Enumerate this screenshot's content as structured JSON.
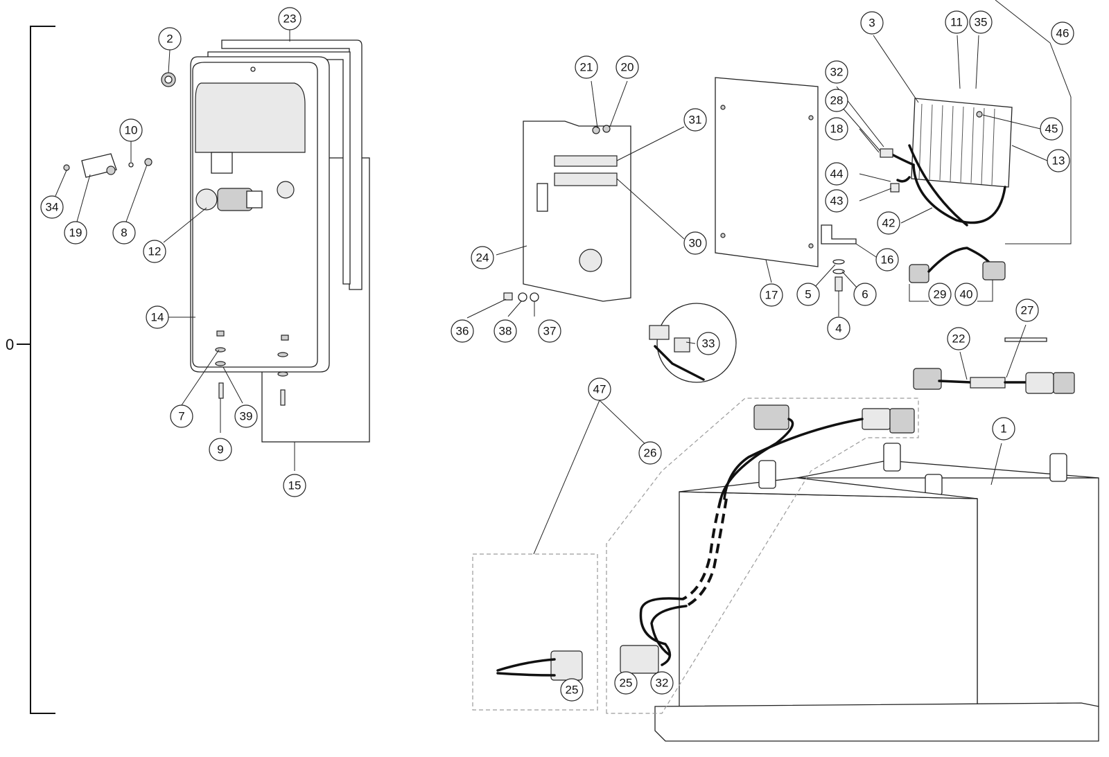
{
  "assembly_label": "0",
  "callouts": [
    {
      "id": "c1",
      "label": "1"
    },
    {
      "id": "c2",
      "label": "2"
    },
    {
      "id": "c3",
      "label": "3"
    },
    {
      "id": "c4",
      "label": "4"
    },
    {
      "id": "c5",
      "label": "5"
    },
    {
      "id": "c6",
      "label": "6"
    },
    {
      "id": "c7",
      "label": "7"
    },
    {
      "id": "c8",
      "label": "8"
    },
    {
      "id": "c9",
      "label": "9"
    },
    {
      "id": "c10",
      "label": "10"
    },
    {
      "id": "c11",
      "label": "11"
    },
    {
      "id": "c12",
      "label": "12"
    },
    {
      "id": "c13",
      "label": "13"
    },
    {
      "id": "c14",
      "label": "14"
    },
    {
      "id": "c15",
      "label": "15"
    },
    {
      "id": "c16",
      "label": "16"
    },
    {
      "id": "c17",
      "label": "17"
    },
    {
      "id": "c18",
      "label": "18"
    },
    {
      "id": "c19",
      "label": "19"
    },
    {
      "id": "c20",
      "label": "20"
    },
    {
      "id": "c21",
      "label": "21"
    },
    {
      "id": "c22",
      "label": "22"
    },
    {
      "id": "c23",
      "label": "23"
    },
    {
      "id": "c24",
      "label": "24"
    },
    {
      "id": "c25a",
      "label": "25"
    },
    {
      "id": "c25b",
      "label": "25"
    },
    {
      "id": "c26",
      "label": "26"
    },
    {
      "id": "c27",
      "label": "27"
    },
    {
      "id": "c28",
      "label": "28"
    },
    {
      "id": "c29",
      "label": "29"
    },
    {
      "id": "c30",
      "label": "30"
    },
    {
      "id": "c31",
      "label": "31"
    },
    {
      "id": "c32a",
      "label": "32"
    },
    {
      "id": "c32b",
      "label": "32"
    },
    {
      "id": "c33",
      "label": "33"
    },
    {
      "id": "c34",
      "label": "34"
    },
    {
      "id": "c35",
      "label": "35"
    },
    {
      "id": "c36",
      "label": "36"
    },
    {
      "id": "c37",
      "label": "37"
    },
    {
      "id": "c38",
      "label": "38"
    },
    {
      "id": "c39",
      "label": "39"
    },
    {
      "id": "c40",
      "label": "40"
    },
    {
      "id": "c42",
      "label": "42"
    },
    {
      "id": "c43",
      "label": "43"
    },
    {
      "id": "c44",
      "label": "44"
    },
    {
      "id": "c45",
      "label": "45"
    },
    {
      "id": "c46",
      "label": "46"
    },
    {
      "id": "c47",
      "label": "47"
    }
  ]
}
